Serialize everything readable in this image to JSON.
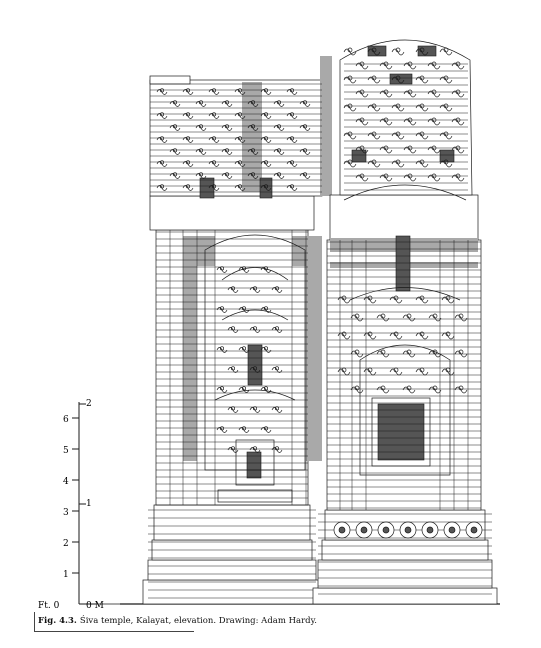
{
  "figure": {
    "caption_label": "Fig. 4.3.",
    "caption_text": "Śiva temple, Kalayat, elevation. Drawing: Adam Hardy."
  },
  "scale_bar": {
    "feet_labels": [
      "6",
      "5",
      "4",
      "3",
      "2",
      "1"
    ],
    "feet_zero": "Ft. 0",
    "meter_labels": [
      "2",
      "1"
    ],
    "meter_zero": "0 M"
  },
  "colors": {
    "ink": "#1a1a1a",
    "tone_grey": "#a9a9a9",
    "tone_dark": "#555555"
  }
}
